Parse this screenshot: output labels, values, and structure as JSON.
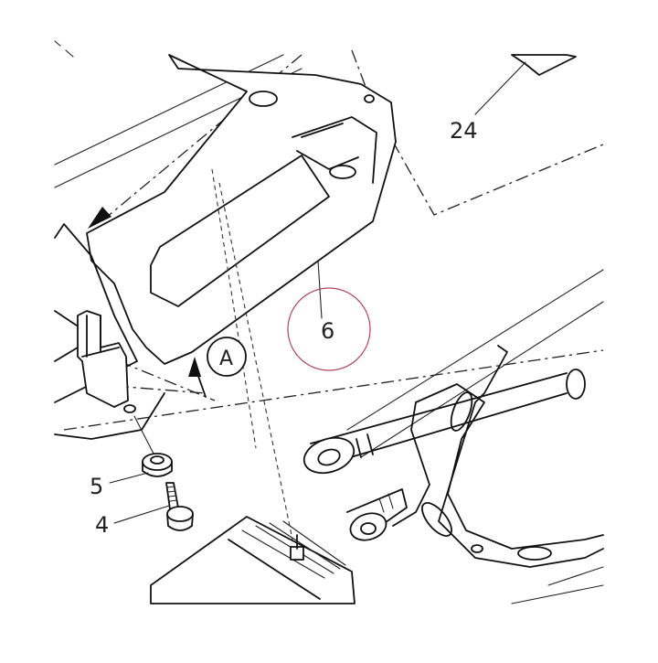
{
  "callouts": {
    "part_24": "24",
    "part_6": "6",
    "part_5": "5",
    "part_4": "4",
    "view_a": "A"
  },
  "colors": {
    "line": "#111111",
    "highlight_circle": "#b0455a",
    "background": "#ffffff"
  }
}
